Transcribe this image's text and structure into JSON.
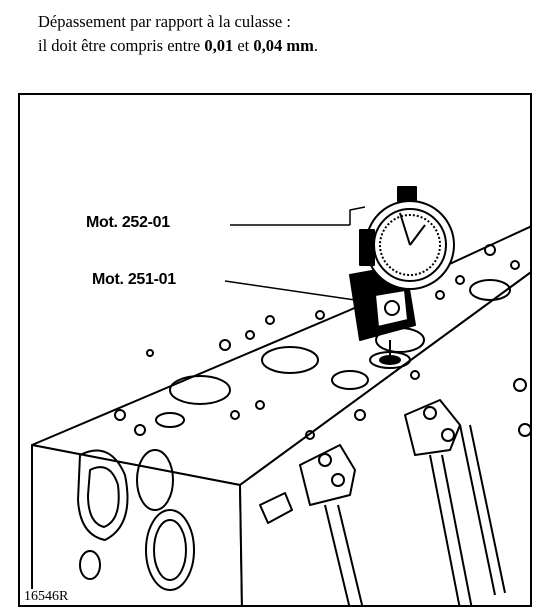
{
  "caption": {
    "line1": "Dépassement par rapport à la culasse :",
    "line2_prefix": "il doit être compris entre ",
    "min_value": "0,01",
    "between": " et ",
    "max_value": "0,04 mm",
    "line2_suffix": "."
  },
  "figure": {
    "label_gauge": "Mot. 252-01",
    "label_support": "Mot. 251-01",
    "reference": "16546R"
  }
}
